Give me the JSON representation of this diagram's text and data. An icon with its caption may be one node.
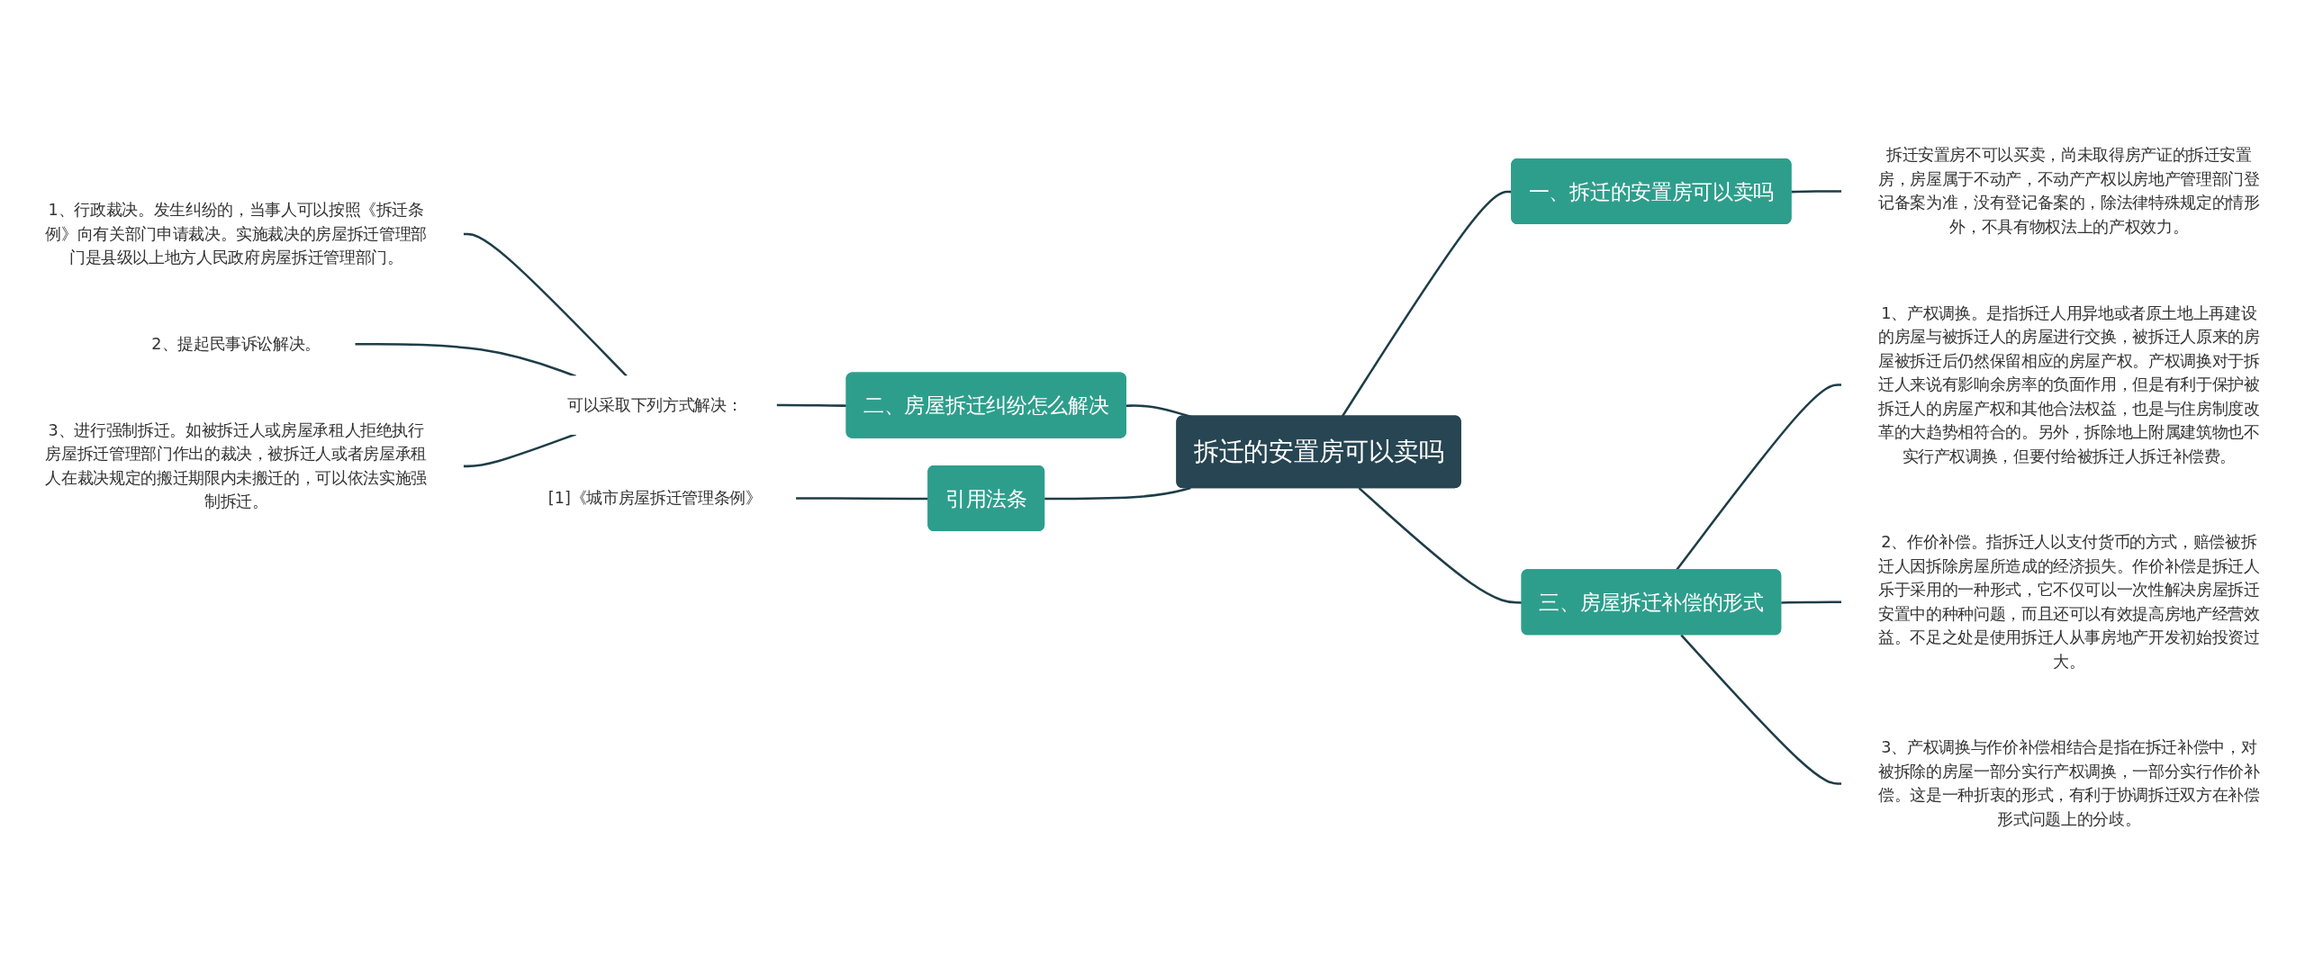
{
  "diagram": {
    "nodes": [
      {
        "text": [
          "拆迁的安置房可以卖吗"
        ]
      },
      {
        "text": [
          "一、拆迁的安置房可以卖吗"
        ]
      },
      {
        "text": [
          "拆迁安置房不可以买卖，尚未取得房产证的拆迁安置房，房屋属于不动产，不动产产权以房地产管理部门登记备案为准，没有登记备案的，除法律特殊规定的情形外，不具有物权法上的产权效力。"
        ]
      },
      {
        "text": [
          "三、房屋拆迁补偿的形式"
        ]
      },
      {
        "text": [
          "1、产权调换。是指拆迁人用异地或者原土地上再建设的房屋与被拆迁人的房屋进行交换，被拆迁人原来的房屋被拆迁后仍然保留相应的房屋产权。产权调换对于拆迁人来说有影响余房率的负面作用，但是有利于保护被拆迁人的房屋产权和其他合法权益，也是与住房制度改革的大趋势相符合的。另外，拆除地上附属建筑物也不实行产权调换，但要付给被拆迁人拆迁补偿费。"
        ]
      },
      {
        "text": [
          "2、作价补偿。指拆迁人以支付货币的方式，赔偿被拆迁人因拆除房屋所造成的经济损失。作价补偿是拆迁人乐于采用的一种形式，它不仅可以一次性解决房屋拆迁安置中的种种问题，而且还可以有效提高房地产经营效益。不足之处是使用拆迁人从事房地产开发初始投资过大。"
        ]
      },
      {
        "text": [
          "3、产权调换与作价补偿相结合是指在拆迁补偿中，对被拆除的房屋一部分实行产权调换，一部分实行作价补偿。这是一种折衷的形式，有利于协调拆迁双方在补偿形式问题上的分歧。"
        ]
      },
      {
        "text": [
          "二、房屋拆迁纠纷怎么解决"
        ]
      },
      {
        "text": [
          "可以采取下列方式解决："
        ]
      },
      {
        "text": [
          "1、行政裁决。发生纠纷的，当事人可以按照《拆迁条例》向有关部门申请裁决。实施裁决的房屋拆迁管理部门是县级以上地方人民政府房屋拆迁管理部门。"
        ]
      },
      {
        "text": [
          "2、提起民事诉讼解决。"
        ]
      },
      {
        "text": [
          "3、进行强制拆迁。如被拆迁人或房屋承租人拒绝执行房屋拆迁管理部门作出的裁决，被拆迁人或者房屋承租人在裁决规定的搬迁期限内未搬迁的，可以依法实施强制拆迁。"
        ]
      },
      {
        "text": [
          "引用法条"
        ]
      },
      {
        "text": [
          "[1]《城市房屋拆迁管理条例》"
        ]
      }
    ],
    "edges": [
      {
        "from": 0,
        "to": 1,
        "arrow": "none"
      },
      {
        "from": 1,
        "to": 2,
        "arrow": "none"
      },
      {
        "from": 0,
        "to": 3,
        "arrow": "none"
      },
      {
        "from": 3,
        "to": 4,
        "arrow": "none"
      },
      {
        "from": 3,
        "to": 5,
        "arrow": "none"
      },
      {
        "from": 3,
        "to": 6,
        "arrow": "none"
      },
      {
        "from": 0,
        "to": 7,
        "arrow": "none"
      },
      {
        "from": 7,
        "to": 8,
        "arrow": "none"
      },
      {
        "from": 8,
        "to": 9,
        "arrow": "none"
      },
      {
        "from": 8,
        "to": 10,
        "arrow": "none"
      },
      {
        "from": 8,
        "to": 11,
        "arrow": "none"
      },
      {
        "from": 0,
        "to": 12,
        "arrow": "none"
      },
      {
        "from": 12,
        "to": 13,
        "arrow": "none"
      }
    ]
  }
}
